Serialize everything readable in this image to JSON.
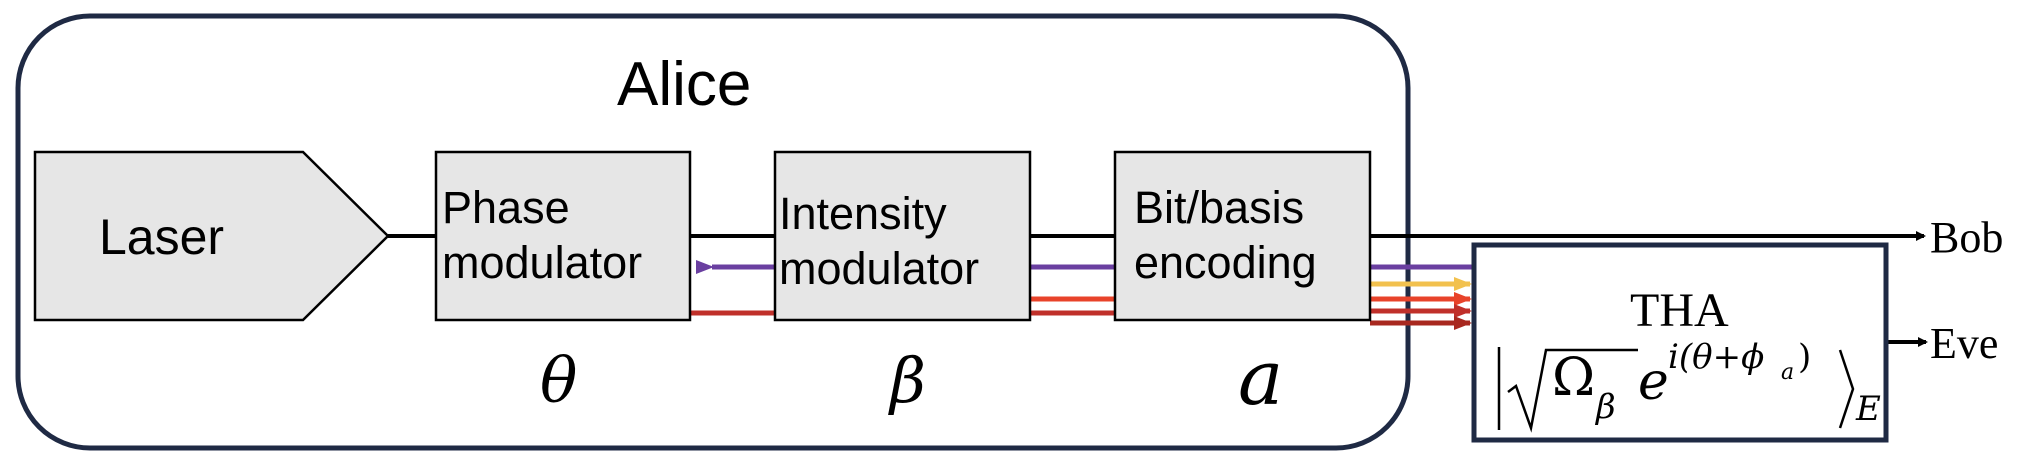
{
  "diagram": {
    "enclosure_label": "Alice",
    "blocks": {
      "laser": "Laser",
      "phase_modulator": [
        "Phase",
        "modulator"
      ],
      "intensity_modulator": [
        "Intensity",
        "modulator"
      ],
      "bit_basis_encoding": [
        "Bit/basis",
        "encoding"
      ],
      "tha": "THA"
    },
    "parameters": {
      "phase": "θ",
      "intensity": "β",
      "bit": "a"
    },
    "tha_state": {
      "omega": "Ω",
      "omega_sub": "β",
      "base": "e",
      "exponent": "i(θ+ϕ",
      "exponent_sub": "a",
      "exponent_close": ")",
      "ket_sub": "E"
    },
    "outputs": {
      "bob": "Bob",
      "eve": "Eve"
    },
    "colors": {
      "frame": "#1f2a44",
      "block_fill": "#e6e6e6",
      "line": "#000000",
      "purple": "#6a3fa0",
      "yellow": "#f2c14e",
      "orange_red": "#e8432a",
      "red": "#c0302a",
      "dark_red": "#a8281f"
    }
  }
}
